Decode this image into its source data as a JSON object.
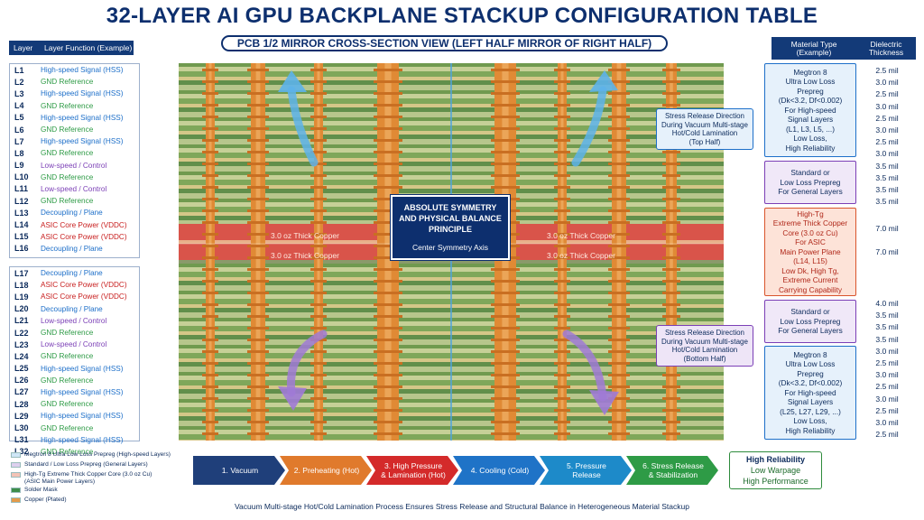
{
  "title": "32-LAYER AI GPU BACKPLANE STACKUP CONFIGURATION TABLE",
  "subtitle": "PCB 1/2 MIRROR CROSS-SECTION VIEW (LEFT HALF MIRROR OF RIGHT HALF)",
  "left_header": {
    "layer": "Layer",
    "function": "Layer Function (Example)"
  },
  "colors": {
    "hss": "#1d6fc9",
    "gnd": "#2e9b46",
    "low": "#7b3fb6",
    "plane": "#1d6fc9",
    "power": "#c81e1e",
    "copper": "#d9832b",
    "prepreg_green": "#6f9a4e",
    "navy": "#0d2f6e"
  },
  "layers_top": [
    {
      "id": "L1",
      "fn": "High-speed Signal (HSS)",
      "kind": "hss"
    },
    {
      "id": "L2",
      "fn": "GND Reference",
      "kind": "gnd"
    },
    {
      "id": "L3",
      "fn": "High-speed Signal (HSS)",
      "kind": "hss"
    },
    {
      "id": "L4",
      "fn": "GND Reference",
      "kind": "gnd"
    },
    {
      "id": "L5",
      "fn": "High-speed Signal (HSS)",
      "kind": "hss"
    },
    {
      "id": "L6",
      "fn": "GND Reference",
      "kind": "gnd"
    },
    {
      "id": "L7",
      "fn": "High-speed Signal (HSS)",
      "kind": "hss"
    },
    {
      "id": "L8",
      "fn": "GND Reference",
      "kind": "gnd"
    },
    {
      "id": "L9",
      "fn": "Low-speed / Control",
      "kind": "low"
    },
    {
      "id": "L10",
      "fn": "GND Reference",
      "kind": "gnd"
    },
    {
      "id": "L11",
      "fn": "Low-speed / Control",
      "kind": "low"
    },
    {
      "id": "L12",
      "fn": "GND Reference",
      "kind": "gnd"
    },
    {
      "id": "L13",
      "fn": "Decoupling / Plane",
      "kind": "plane"
    },
    {
      "id": "L14",
      "fn": "ASIC Core Power (VDDC)",
      "kind": "power"
    },
    {
      "id": "L15",
      "fn": "ASIC Core Power (VDDC)",
      "kind": "power"
    },
    {
      "id": "L16",
      "fn": "Decoupling / Plane",
      "kind": "plane"
    }
  ],
  "layers_bottom": [
    {
      "id": "L17",
      "fn": "Decoupling / Plane",
      "kind": "plane"
    },
    {
      "id": "L18",
      "fn": "ASIC Core Power (VDDC)",
      "kind": "power"
    },
    {
      "id": "L19",
      "fn": "ASIC Core Power (VDDC)",
      "kind": "power"
    },
    {
      "id": "L20",
      "fn": "Decoupling / Plane",
      "kind": "plane"
    },
    {
      "id": "L21",
      "fn": "Low-speed / Control",
      "kind": "low"
    },
    {
      "id": "L22",
      "fn": "GND Reference",
      "kind": "gnd"
    },
    {
      "id": "L23",
      "fn": "Low-speed / Control",
      "kind": "low"
    },
    {
      "id": "L24",
      "fn": "GND Reference",
      "kind": "gnd"
    },
    {
      "id": "L25",
      "fn": "High-speed Signal (HSS)",
      "kind": "hss"
    },
    {
      "id": "L26",
      "fn": "GND Reference",
      "kind": "gnd"
    },
    {
      "id": "L27",
      "fn": "High-speed Signal (HSS)",
      "kind": "hss"
    },
    {
      "id": "L28",
      "fn": "GND Reference",
      "kind": "gnd"
    },
    {
      "id": "L29",
      "fn": "High-speed Signal (HSS)",
      "kind": "hss"
    },
    {
      "id": "L30",
      "fn": "GND Reference",
      "kind": "gnd"
    },
    {
      "id": "L31",
      "fn": "High-speed Signal (HSS)",
      "kind": "hss"
    },
    {
      "id": "L32",
      "fn": "GND Reference",
      "kind": "gnd"
    }
  ],
  "right_header": {
    "material": "Material Type\n(Example)",
    "thickness": "Dielectric\nThickness"
  },
  "materials": [
    {
      "text": "Megtron 8\nUltra Low Loss\nPrepreg\n(Dk<3.2, Df<0.002)\nFor High-speed\nSignal Layers\n(L1, L3, L5, ...)\nLow Loss,\nHigh Reliability",
      "style": "blue"
    },
    {
      "text": "Standard or\nLow Loss Prepreg\nFor General Layers",
      "style": "purple"
    },
    {
      "text": "High-Tg\nExtreme Thick Copper\nCore (3.0 oz Cu)\nFor ASIC\nMain Power Plane\n(L14, L15)\nLow Dk, High Tg,\nExtreme Current\nCarrying Capability",
      "style": "red"
    },
    {
      "text": "Standard or\nLow Loss Prepreg\nFor General Layers",
      "style": "purple"
    },
    {
      "text": "Megtron 8\nUltra Low Loss\nPrepreg\n(Dk<3.2, Df<0.002)\nFor High-speed\nSignal Layers\n(L25, L27, L29, ...)\nLow Loss,\nHigh Reliability",
      "style": "blue"
    }
  ],
  "thickness_top": [
    "2.5 mil",
    "3.0 mil",
    "2.5 mil",
    "3.0 mil",
    "2.5 mil",
    "3.0 mil",
    "2.5 mil",
    "3.0 mil",
    "3.5 mil",
    "3.5 mil",
    "3.5 mil",
    "3.5 mil"
  ],
  "thickness_mid": [
    "7.0 mil",
    "7.0 mil"
  ],
  "thickness_bottom": [
    "4.0 mil",
    "3.5 mil",
    "3.5 mil",
    "3.5 mil",
    "3.0 mil",
    "2.5 mil",
    "3.0 mil",
    "2.5 mil",
    "3.0 mil",
    "2.5 mil",
    "3.0 mil",
    "2.5 mil"
  ],
  "stress_top": "Stress Release Direction\nDuring Vacuum Multi-stage\nHot/Cold Lamination\n(Top Half)",
  "stress_bottom": "Stress Release Direction\nDuring Vacuum Multi-stage\nHot/Cold Lamination\n(Bottom Half)",
  "center_box": {
    "line1": "ABSOLUTE SYMMETRY",
    "line2": "AND PHYSICAL BALANCE",
    "line3": "PRINCIPLE",
    "axis": "Center Symmetry Axis"
  },
  "copper_label": "3.0 oz Thick Copper",
  "legend": [
    {
      "text": "Megtron 8 Ultra Low Loss Prepreg (High-speed Layers)",
      "color": "#cfe6f7"
    },
    {
      "text": "Standard / Low Loss Prepreg (General Layers)",
      "color": "#ddd0ee"
    },
    {
      "text": "High-Tg Extreme Thick Copper Core (3.0 oz Cu)\n(ASIC Main Power Layers)",
      "color": "#f3c3b6"
    },
    {
      "text": "Solder Mask",
      "color": "#3d8d4a"
    },
    {
      "text": "Copper (Plated)",
      "color": "#e39a4a"
    }
  ],
  "steps": [
    {
      "label": "1. Vacuum",
      "color": "#1f3f7a"
    },
    {
      "label": "2. Preheating (Hot)",
      "color": "#e07a2c"
    },
    {
      "label": "3. High Pressure\n& Lamination (Hot)",
      "color": "#d42a2a"
    },
    {
      "label": "4. Cooling (Cold)",
      "color": "#1f73c7"
    },
    {
      "label": "5. Pressure Release",
      "color": "#1d8ac9"
    },
    {
      "label": "6. Stress Release\n& Stabilization",
      "color": "#2e9b46"
    }
  ],
  "result": {
    "r1": "High Reliability",
    "r2": "Low Warpage",
    "r3": "High Performance"
  },
  "footer": "Vacuum Multi-stage Hot/Cold Lamination Process Ensures Stress Release and Structural Balance in Heterogeneous Material Stackup"
}
